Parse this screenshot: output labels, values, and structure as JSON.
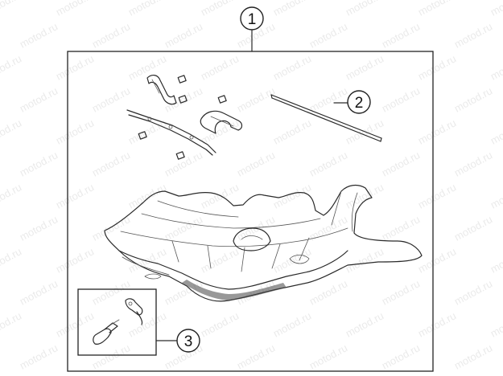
{
  "callouts": {
    "kit": "1",
    "rod": "2",
    "fasteners": "3"
  },
  "watermark": {
    "text": "motod.ru"
  },
  "colors": {
    "line": "#2a2a2a",
    "watermark": "#d9d9d9",
    "background": "#ffffff"
  }
}
